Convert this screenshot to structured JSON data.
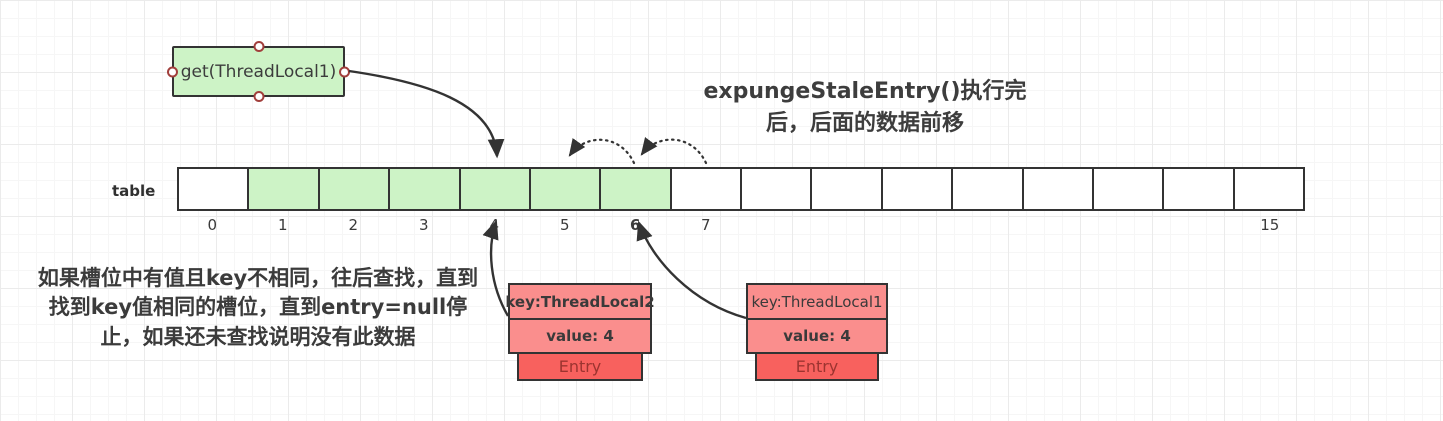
{
  "get_box": {
    "label": "get(ThreadLocal1)"
  },
  "heading": {
    "text": "expungeStaleEntry()执行完后，后面的数据前移"
  },
  "note": {
    "text": "如果槽位中有值且key不相同，往后查找，直到找到key值相同的槽位，直到entry=null停止，如果还未查找说明没有此数据"
  },
  "table": {
    "label": "table",
    "cells": [
      {
        "label": "0",
        "green": false,
        "bold": false
      },
      {
        "label": "1",
        "green": true,
        "bold": false
      },
      {
        "label": "2",
        "green": true,
        "bold": false
      },
      {
        "label": "3",
        "green": true,
        "bold": false
      },
      {
        "label": "4",
        "green": true,
        "bold": false
      },
      {
        "label": "5",
        "green": true,
        "bold": false
      },
      {
        "label": "6",
        "green": true,
        "bold": true
      },
      {
        "label": "7",
        "green": false,
        "bold": false
      },
      {
        "label": "",
        "green": false,
        "bold": false
      },
      {
        "label": "",
        "green": false,
        "bold": false
      },
      {
        "label": "",
        "green": false,
        "bold": false
      },
      {
        "label": "",
        "green": false,
        "bold": false
      },
      {
        "label": "",
        "green": false,
        "bold": false
      },
      {
        "label": "",
        "green": false,
        "bold": false
      },
      {
        "label": "",
        "green": false,
        "bold": false
      },
      {
        "label": "15",
        "green": false,
        "bold": false
      }
    ]
  },
  "entries": [
    {
      "key": "key:ThreadLocal2",
      "value": "value: 4",
      "tag": "Entry",
      "key_bold": true
    },
    {
      "key": "key:ThreadLocal1",
      "value": "value: 4",
      "tag": "Entry",
      "key_bold": false
    }
  ],
  "colors": {
    "cell_green": "#cdf3c6",
    "entry_pink": "#fa8e8d",
    "entry_red": "#f8615e",
    "stroke": "#333333",
    "handle_ring": "#a23f3c",
    "entry_label_text": "#9c3430",
    "text": "#3b3b3b"
  }
}
